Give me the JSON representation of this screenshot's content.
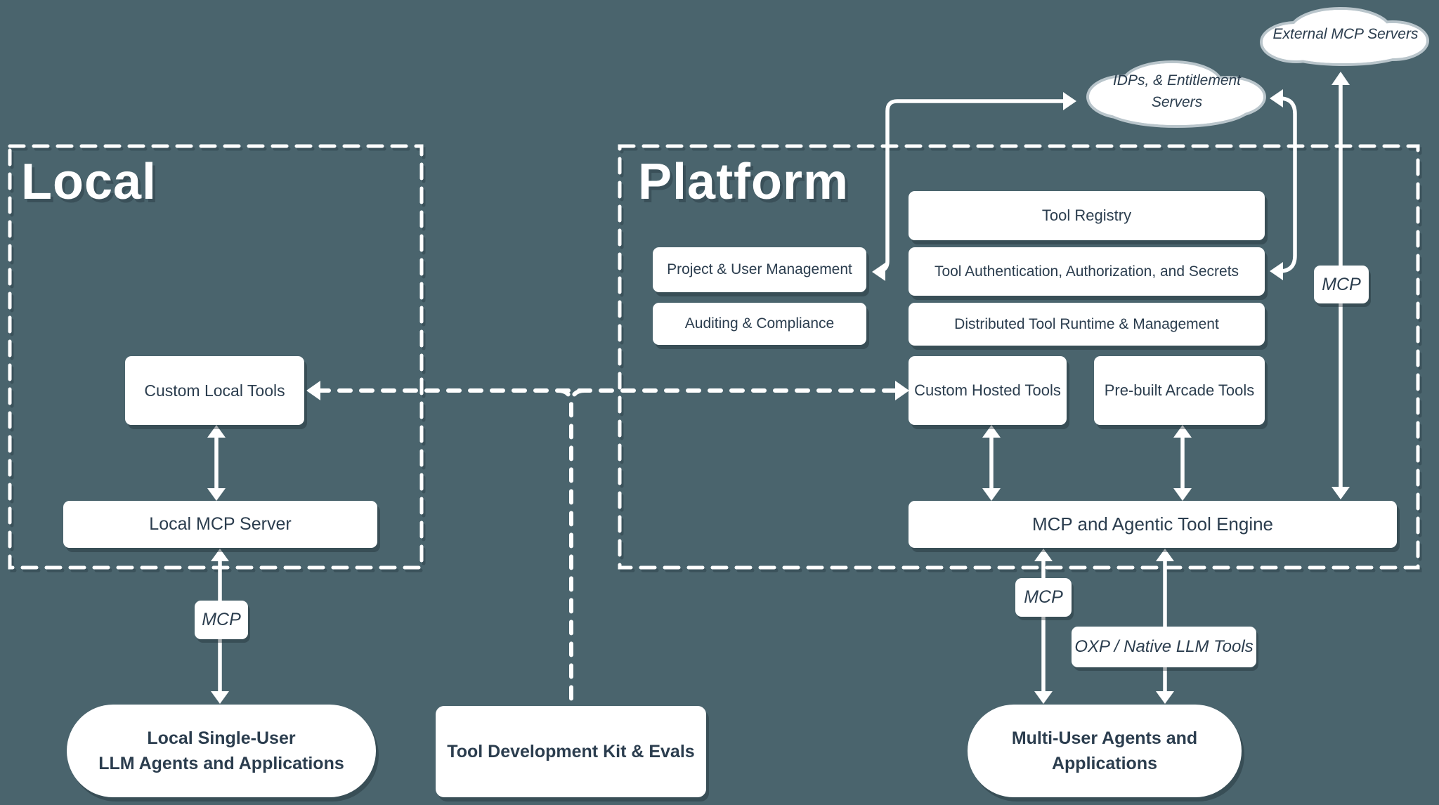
{
  "canvas": {
    "bg": "#4a646d",
    "ink": "#2b3d4e",
    "accent": "#ffffff"
  },
  "regions": {
    "local": {
      "title": "Local"
    },
    "platform": {
      "title": "Platform"
    }
  },
  "clouds": {
    "external_mcp_servers": {
      "label": "External MCP Servers"
    },
    "idps": {
      "line1": "IDPs, & Entitlement",
      "line2": "Servers"
    }
  },
  "nodes": {
    "custom_local_tools": {
      "label": "Custom Local Tools"
    },
    "local_mcp_server": {
      "label": "Local MCP Server"
    },
    "tool_registry": {
      "label": "Tool Registry"
    },
    "project_user_mgmt": {
      "label": "Project & User Management"
    },
    "tool_auth": {
      "label": "Tool Authentication, Authorization, and Secrets"
    },
    "auditing_compliance": {
      "label": "Auditing & Compliance"
    },
    "distributed_runtime": {
      "label": "Distributed Tool Runtime & Management"
    },
    "custom_hosted_tools": {
      "label": "Custom Hosted Tools"
    },
    "prebuilt_arcade_tools": {
      "label": "Pre-built Arcade Tools"
    },
    "engine": {
      "label": "MCP and Agentic Tool Engine"
    },
    "tdk": {
      "label": "Tool Development Kit & Evals"
    },
    "local_agents": {
      "line1": "Local Single-User",
      "line2": "LLM Agents and Applications"
    },
    "multi_user_agents": {
      "line1": "Multi-User Agents and",
      "line2": "Applications"
    }
  },
  "edge_labels": {
    "mcp_local": "MCP",
    "mcp_engine": "MCP",
    "mcp_external": "MCP",
    "oxp": "OXP / Native LLM Tools"
  }
}
